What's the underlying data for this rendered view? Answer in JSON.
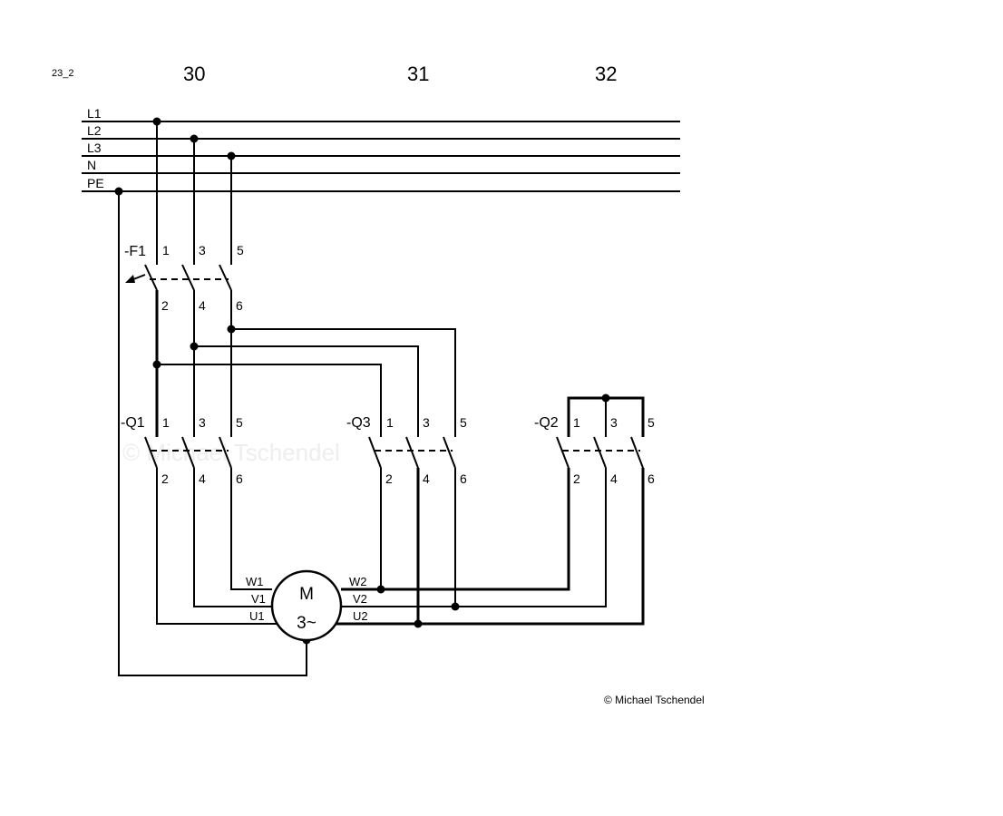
{
  "page": {
    "id": "23_2",
    "columns": [
      "30",
      "31",
      "32"
    ]
  },
  "busbars": [
    "L1",
    "L2",
    "L3",
    "N",
    "PE"
  ],
  "devices": {
    "F1": {
      "label": "-F1",
      "top": [
        "1",
        "3",
        "5"
      ],
      "bottom": [
        "2",
        "4",
        "6"
      ]
    },
    "Q1": {
      "label": "-Q1",
      "top": [
        "1",
        "3",
        "5"
      ],
      "bottom": [
        "2",
        "4",
        "6"
      ]
    },
    "Q3": {
      "label": "-Q3",
      "top": [
        "1",
        "3",
        "5"
      ],
      "bottom": [
        "2",
        "4",
        "6"
      ]
    },
    "Q2": {
      "label": "-Q2",
      "top": [
        "1",
        "3",
        "5"
      ],
      "bottom": [
        "2",
        "4",
        "6"
      ]
    }
  },
  "motor": {
    "line1": "M",
    "line2": "3~",
    "left_terminals": [
      "W1",
      "V1",
      "U1"
    ],
    "right_terminals": [
      "W2",
      "V2",
      "U2"
    ]
  },
  "watermark": "© Michael Tschendel",
  "copyright": "© Michael Tschendel"
}
